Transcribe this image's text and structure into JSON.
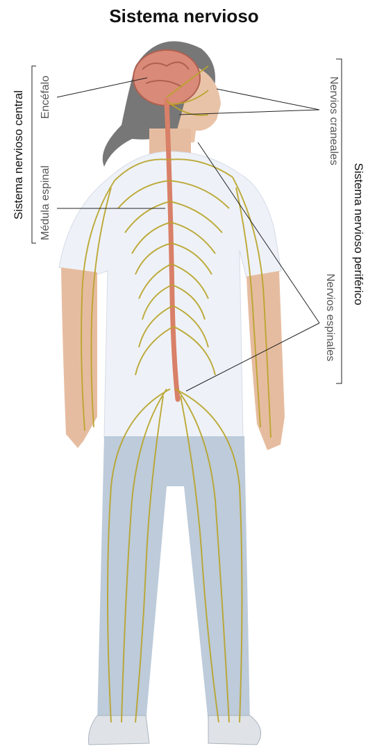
{
  "title": "Sistema nervioso",
  "labels": {
    "central_system": "Sistema nervioso central",
    "peripheral_system": "Sistema nervioso periférico",
    "brain": "Encéfalo",
    "spinal_cord": "Médula espinal",
    "cranial_nerves": "Nervios craneales",
    "spinal_nerves": "Nervios espinales"
  },
  "colors": {
    "nerve": "#b9a42a",
    "spinal_cord": "#d98068",
    "brain": "#d98a78",
    "shirt": "#eef2f8",
    "jeans": "#b9c8d8",
    "skin": "#e9c3a8",
    "hair": "#6a6a6a"
  }
}
